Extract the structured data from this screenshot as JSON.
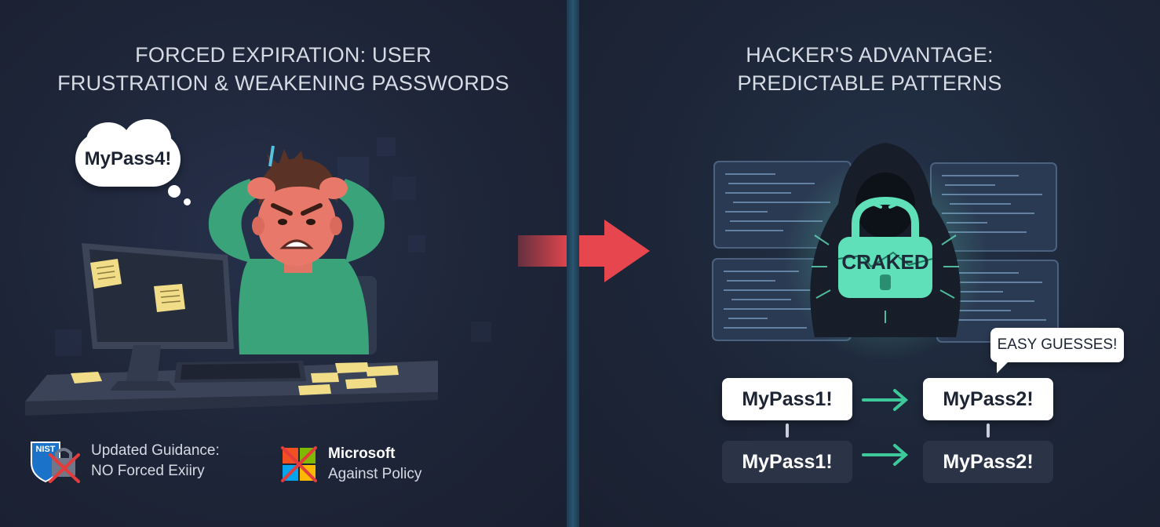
{
  "left_panel": {
    "title_lines": [
      "FORCED EXPIRATION: USER",
      "FRUSTRATION & WEAKENING PASSWORDS"
    ],
    "thought_bubble": "MyPass4!",
    "nist": {
      "badge_text": "NIST",
      "lines": [
        "Updated Guidance:",
        "NO Forced Exiiry"
      ]
    },
    "microsoft": {
      "name": "Microsoft",
      "line": "Against Policy"
    }
  },
  "right_panel": {
    "title_lines": [
      "HACKER'S ADVANTAGE:",
      "PREDICTABLE PATTERNS"
    ],
    "lock_label": "CRAKED",
    "speech_bubble": "EASY GUESSES!",
    "passwords": {
      "row1": [
        "MyPass1!",
        "MyPass2!"
      ],
      "row2": [
        "MyPass1!",
        "MyPass2!"
      ]
    }
  },
  "colors": {
    "accent_green": "#3ec99a",
    "arrow_red": "#e8464e",
    "lock_teal": "#5fe0b8",
    "background": "#1d2436"
  },
  "icons": [
    "thought-bubble-icon",
    "sticky-note-icon",
    "keyboard-icon",
    "computer-monitor-icon",
    "nist-shield-icon",
    "microsoft-logo-icon",
    "red-x-icon",
    "red-arrow-icon",
    "hacker-hood-icon",
    "padlock-icon",
    "code-screen-icon",
    "green-arrow-icon"
  ]
}
